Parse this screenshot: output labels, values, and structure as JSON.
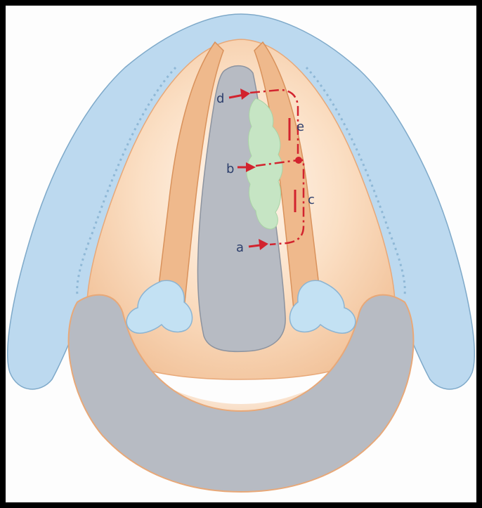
{
  "labels": {
    "a": "a",
    "b": "b",
    "c": "c",
    "d": "d",
    "e": "e"
  },
  "colors": {
    "frame": "#000000",
    "background": "#fdfdfd",
    "outer_cartilage_blue": "#bcd9ef",
    "outer_cartilage_edge": "#7ea9c9",
    "mucosa_orange": "#efb98c",
    "mucosa_light": "#fbe5cf",
    "arytenoid_blue": "#c3e1f3",
    "airway_gray": "#b7bbc3",
    "airway_edge": "#8c939f",
    "lesion_green": "#c6e5c4",
    "pointer_red": "#d2232e",
    "label_text": "#2d3f6c"
  }
}
